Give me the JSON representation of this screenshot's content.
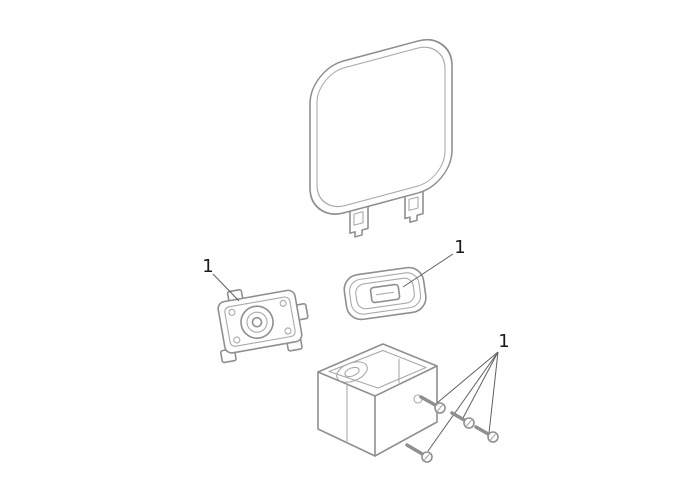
{
  "figure": {
    "colors": {
      "background": "#ffffff",
      "stroke": "#8f8f8f",
      "stroke-light": "#a9a9a9",
      "leader": "#606060",
      "label": "#1a1a1a"
    },
    "labels": [
      {
        "name": "bracket-callout",
        "text": "1"
      },
      {
        "name": "gasket-callout",
        "text": "1"
      },
      {
        "name": "screws-callout",
        "text": "1"
      }
    ]
  }
}
